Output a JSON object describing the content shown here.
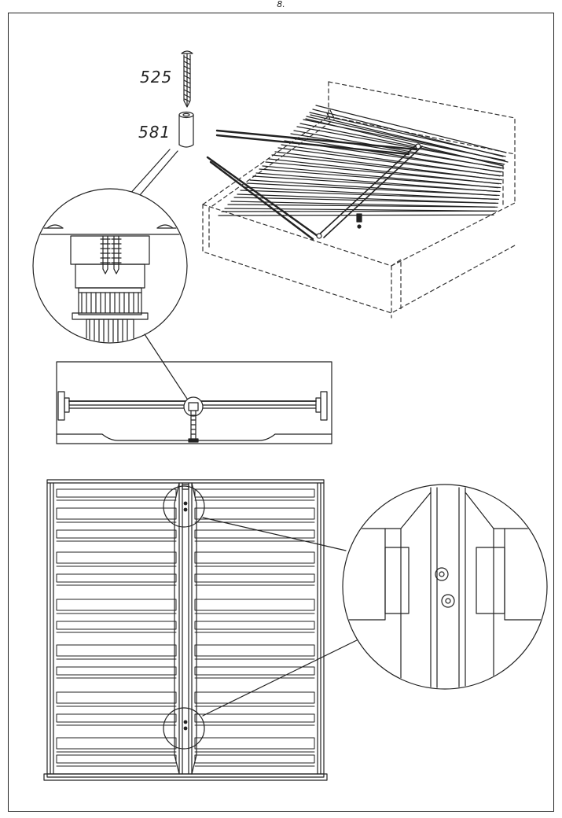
{
  "step": {
    "number": "8."
  },
  "parts": [
    {
      "id": "525",
      "label": "525",
      "kind": "screw"
    },
    {
      "id": "581",
      "label": "581",
      "kind": "spacer-sleeve"
    }
  ],
  "colors": {
    "line": "#222222",
    "paper": "#ffffff",
    "dashed": "#333333"
  },
  "views": [
    "slat-frame-isometric",
    "leg-detail-magnified",
    "side-elevation",
    "top-plan",
    "center-rail-detail-magnified"
  ]
}
